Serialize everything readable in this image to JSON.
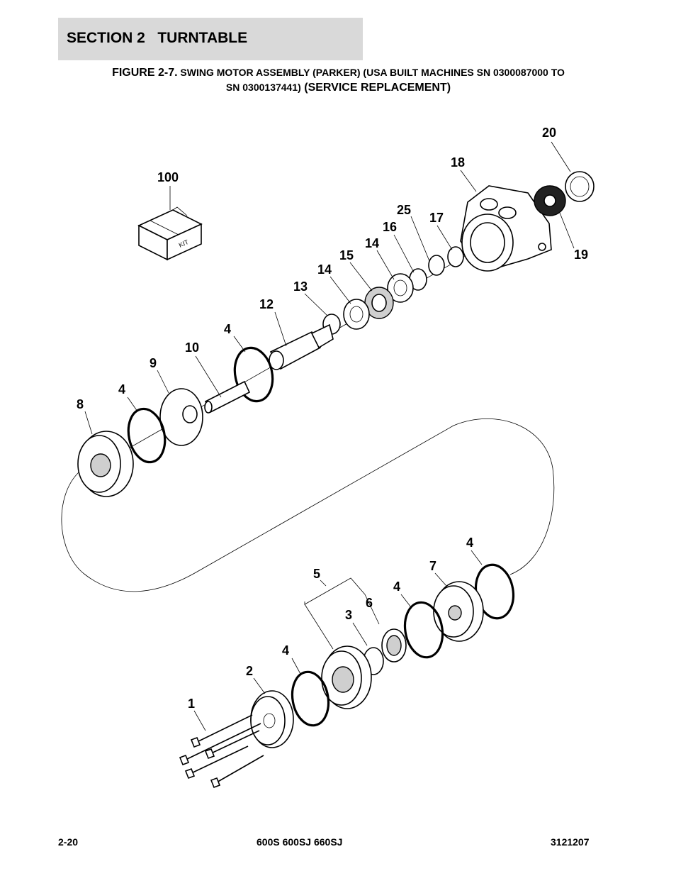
{
  "header": {
    "section_title": "SECTION 2   TURNTABLE",
    "figure_line1_prefix": "FIGURE 2-7.",
    "figure_line1_rest": " SWING MOTOR ASSEMBLY (PARKER) (USA BUILT MACHINES SN 0300087000 TO",
    "figure_line2_small": "SN 0300137441)",
    "figure_line2_big": " (SERVICE REPLACEMENT)"
  },
  "diagram": {
    "kit_text": "KIT",
    "callouts": {
      "c100": "100",
      "c20": "20",
      "c18": "18",
      "c25": "25",
      "c17": "17",
      "c16": "16",
      "c14a": "14",
      "c15": "15",
      "c14b": "14",
      "c13": "13",
      "c12": "12",
      "c19": "19",
      "c4a": "4",
      "c10": "10",
      "c9": "9",
      "c4b": "4",
      "c8": "8",
      "c4c": "4",
      "c7": "7",
      "c5": "5",
      "c4d": "4",
      "c6": "6",
      "c3": "3",
      "c4e": "4",
      "c2": "2",
      "c1": "1"
    }
  },
  "footer": {
    "page_number": "2-20",
    "models": "600S 600SJ 660SJ",
    "doc_number": "3121207"
  }
}
